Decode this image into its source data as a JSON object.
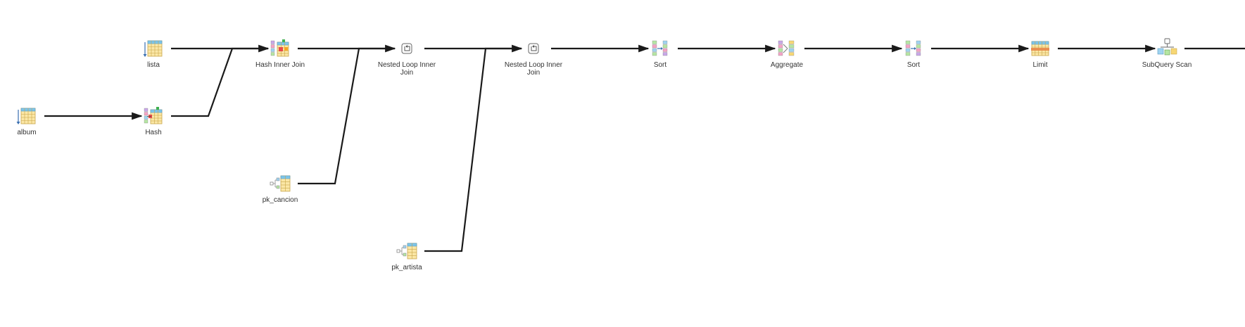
{
  "diagram": {
    "nodes": [
      {
        "id": "lista",
        "label_lines": [
          "lista"
        ],
        "icon": "seq-scan-icon"
      },
      {
        "id": "album",
        "label_lines": [
          "album"
        ],
        "icon": "seq-scan-icon"
      },
      {
        "id": "hash",
        "label_lines": [
          "Hash"
        ],
        "icon": "hash-icon"
      },
      {
        "id": "hash_join",
        "label_lines": [
          "Hash Inner Join"
        ],
        "icon": "hash-join-icon"
      },
      {
        "id": "pk_cancion",
        "label_lines": [
          "pk_cancion"
        ],
        "icon": "index-scan-icon"
      },
      {
        "id": "nl1",
        "label_lines": [
          "Nested Loop Inner",
          "Join"
        ],
        "icon": "nested-loop-icon"
      },
      {
        "id": "pk_artista",
        "label_lines": [
          "pk_artista"
        ],
        "icon": "index-scan-icon"
      },
      {
        "id": "nl2",
        "label_lines": [
          "Nested Loop Inner",
          "Join"
        ],
        "icon": "nested-loop-icon"
      },
      {
        "id": "sort1",
        "label_lines": [
          "Sort"
        ],
        "icon": "sort-icon"
      },
      {
        "id": "aggregate",
        "label_lines": [
          "Aggregate"
        ],
        "icon": "aggregate-icon"
      },
      {
        "id": "sort2",
        "label_lines": [
          "Sort"
        ],
        "icon": "sort-icon"
      },
      {
        "id": "limit",
        "label_lines": [
          "Limit"
        ],
        "icon": "limit-icon"
      },
      {
        "id": "subquery_scan",
        "label_lines": [
          "SubQuery Scan"
        ],
        "icon": "subquery-scan-icon"
      }
    ],
    "edges": [
      {
        "from": "album",
        "to": "hash"
      },
      {
        "from": "lista",
        "to": "hash_join"
      },
      {
        "from": "hash",
        "to": "hash_join"
      },
      {
        "from": "hash_join",
        "to": "nl1"
      },
      {
        "from": "pk_cancion",
        "to": "nl1"
      },
      {
        "from": "nl1",
        "to": "nl2"
      },
      {
        "from": "pk_artista",
        "to": "nl2"
      },
      {
        "from": "nl2",
        "to": "sort1"
      },
      {
        "from": "sort1",
        "to": "aggregate"
      },
      {
        "from": "aggregate",
        "to": "sort2"
      },
      {
        "from": "sort2",
        "to": "limit"
      },
      {
        "from": "limit",
        "to": "subquery_scan"
      },
      {
        "from": "subquery_scan",
        "to": "offscreen_parent"
      }
    ]
  }
}
